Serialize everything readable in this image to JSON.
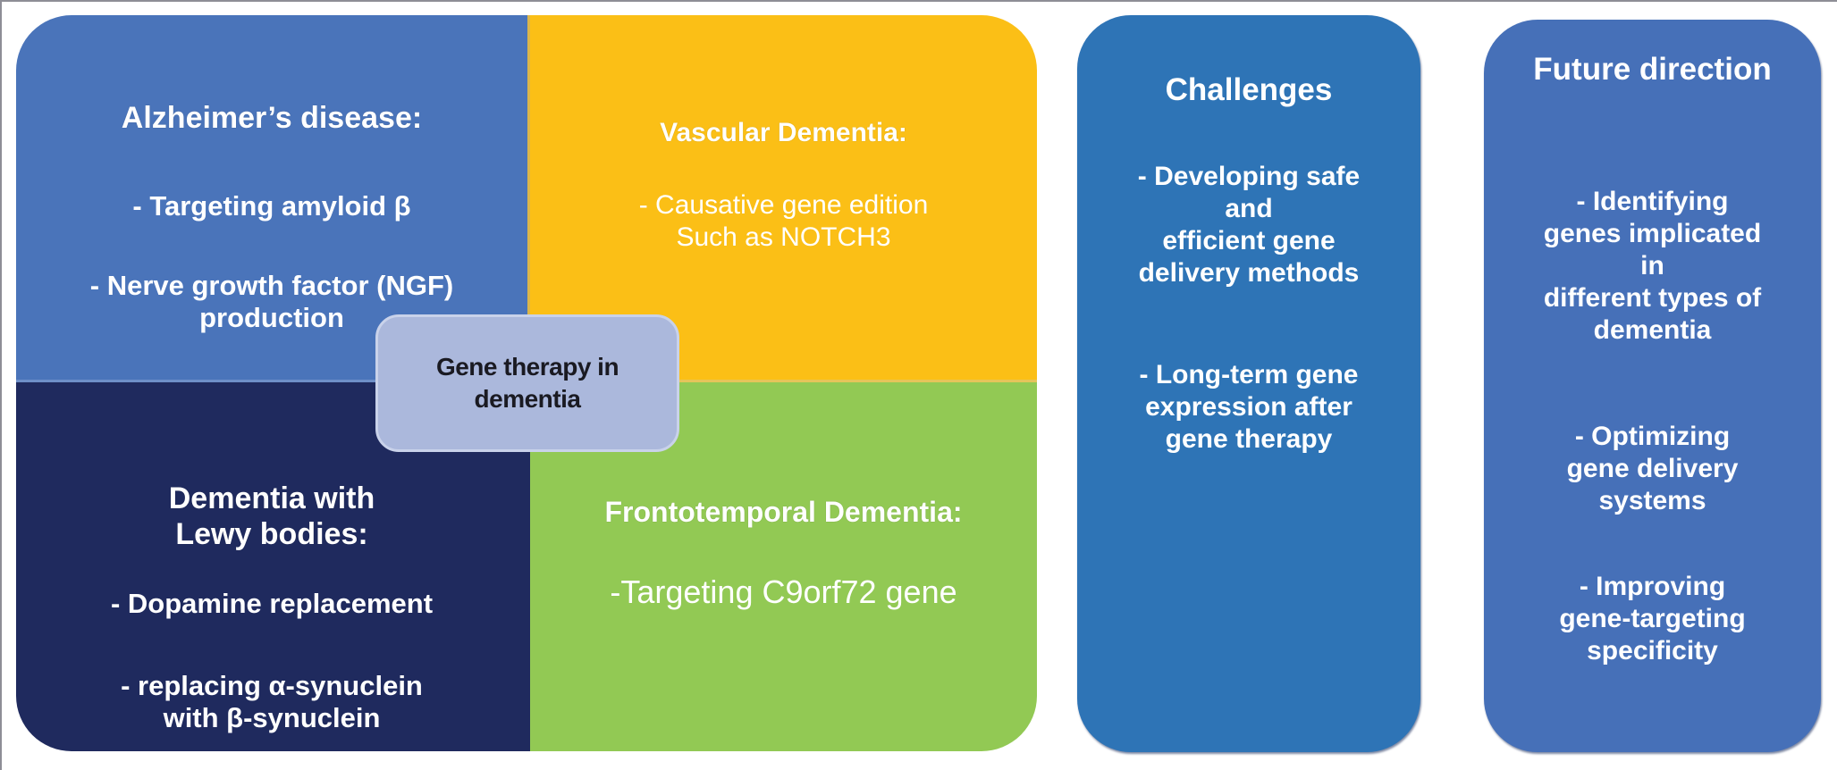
{
  "diagram": {
    "center_label": [
      "Gene therapy in",
      "dementia"
    ],
    "quadrants": [
      {
        "id": "alzheimers",
        "title": [
          "Alzheimer’s disease:"
        ],
        "items": [
          [
            "- Targeting amyloid β"
          ],
          [
            "- Nerve growth factor (NGF)",
            "production"
          ]
        ],
        "color": "#4a74ba"
      },
      {
        "id": "vascular",
        "title": [
          "Vascular Dementia:"
        ],
        "items": [
          [
            "- Causative gene edition",
            "Such as NOTCH3"
          ]
        ],
        "color": "#fbbf16"
      },
      {
        "id": "lewy",
        "title": [
          "Dementia with",
          "Lewy bodies:"
        ],
        "items": [
          [
            "- Dopamine replacement"
          ],
          [
            "- replacing α-synuclein",
            "with β-synuclein"
          ]
        ],
        "color": "#1f2a5e"
      },
      {
        "id": "frontotemporal",
        "title": [
          "Frontotemporal Dementia:"
        ],
        "items": [
          [
            "-Targeting C9orf72 gene"
          ]
        ],
        "color": "#92c954"
      }
    ],
    "challenges": {
      "title": [
        "Challenges"
      ],
      "items": [
        [
          "- Developing safe",
          "and",
          "efficient gene",
          "delivery methods"
        ],
        [
          "- Long-term gene",
          "expression after",
          "gene therapy"
        ]
      ],
      "color": "#2e74b6"
    },
    "future_direction": {
      "title": [
        "Future",
        "direction"
      ],
      "items": [
        [
          "- Identifying",
          "genes implicated",
          "in",
          "different types of",
          "dementia"
        ],
        [
          "- Optimizing",
          "gene delivery",
          "systems"
        ],
        [
          "- Improving",
          "gene-targeting",
          "specificity"
        ]
      ],
      "color": "#4670b8"
    }
  }
}
